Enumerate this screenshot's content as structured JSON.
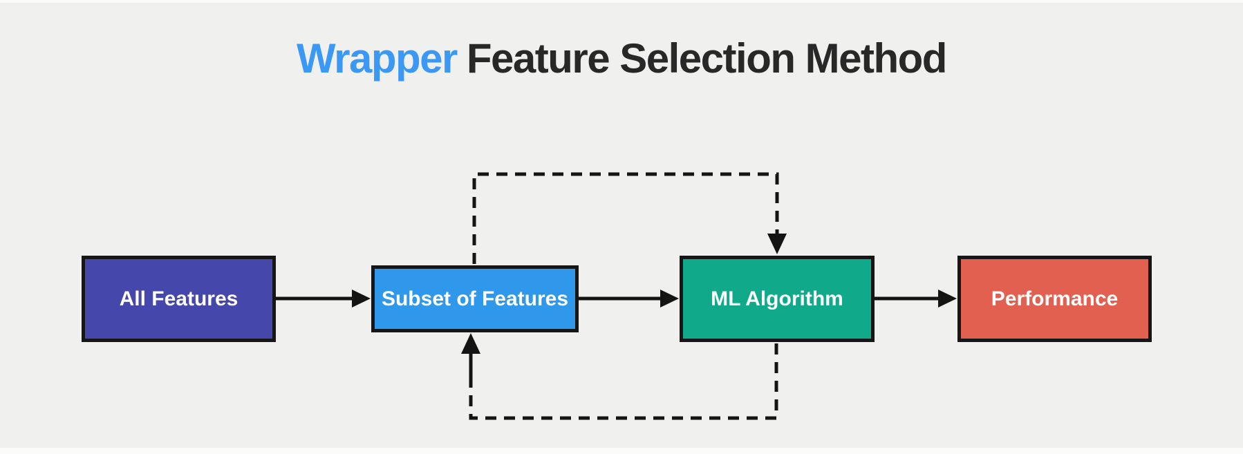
{
  "title": {
    "highlight": "Wrapper",
    "rest": "Feature Selection Method"
  },
  "colors": {
    "background": "#f0f0ee",
    "edge": "#141414",
    "title_highlight": "#3b99f5",
    "title_text": "#282828",
    "node_text": "#ffffff",
    "node_border": "#161616"
  },
  "nodes": [
    {
      "id": "all-features",
      "label": "All Features",
      "color": "#4547aa"
    },
    {
      "id": "subset-of-features",
      "label": "Subset of Features",
      "color": "#2f98ea"
    },
    {
      "id": "ml-algorithm",
      "label": "ML Algorithm",
      "color": "#10a98a"
    },
    {
      "id": "performance",
      "label": "Performance",
      "color": "#e2604f"
    }
  ],
  "edges": [
    {
      "from": "all-features",
      "to": "subset-of-features",
      "style": "solid",
      "route": "left-to-right"
    },
    {
      "from": "subset-of-features",
      "to": "ml-algorithm",
      "style": "solid",
      "route": "left-to-right"
    },
    {
      "from": "ml-algorithm",
      "to": "performance",
      "style": "solid",
      "route": "left-to-right"
    },
    {
      "from": "subset-of-features",
      "to": "ml-algorithm",
      "style": "dashed",
      "route": "loop-over-top"
    },
    {
      "from": "ml-algorithm",
      "to": "subset-of-features",
      "style": "dashed",
      "route": "loop-under-bottom"
    }
  ]
}
